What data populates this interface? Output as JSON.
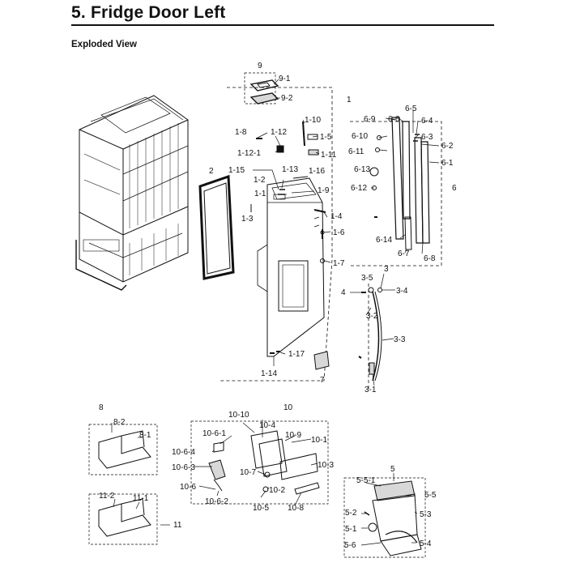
{
  "header": {
    "title": "5.  Fridge Door Left",
    "subtitle": "Exploded View"
  },
  "callouts": {
    "c9": "9",
    "c9_1": "9-1",
    "c9_2": "9-2",
    "c1": "1",
    "c1_8": "1-8",
    "c1_10": "1-10",
    "c1_12": "1-12",
    "c1_5": "1-5",
    "c1_12_1": "1-12-1",
    "c1_11": "1-11",
    "c1_15": "1-15",
    "c1_13": "1-13",
    "c1_16": "1-16",
    "c1_2": "1-2",
    "c1_1": "1-1",
    "c1_9": "1-9",
    "c1_3": "1-3",
    "c1_4": "1-4",
    "c1_6": "1-6",
    "c1_7": "1-7",
    "c1_17": "1-17",
    "c1_14": "1-14",
    "c2": "2",
    "c7": "7",
    "c6_9": "6-9",
    "c6_6": "6-6",
    "c6_5": "6-5",
    "c6_4": "6-4",
    "c6_10": "6-10",
    "c6_3": "6-3",
    "c6_11": "6-11",
    "c6_2": "6-2",
    "c6_1": "6-1",
    "c6_13": "6-13",
    "c6_12": "6-12",
    "c6": "6",
    "c6_14": "6-14",
    "c6_7": "6-7",
    "c6_8": "6-8",
    "c3": "3",
    "c3_5": "3-5",
    "c3_4": "3-4",
    "c4": "4",
    "c3_2": "3-2",
    "c3_3": "3-3",
    "c3_1": "3-1",
    "c8": "8",
    "c8_2": "8-2",
    "c8_1": "8-1",
    "c10": "10",
    "c10_10": "10-10",
    "c10_4": "10-4",
    "c10_6_1": "10-6-1",
    "c10_9": "10-9",
    "c10_1": "10-1",
    "c10_6_4": "10-6-4",
    "c10_3": "10-3",
    "c10_6_3": "10-6-3",
    "c10_7": "10-7",
    "c10_6": "10-6",
    "c10_2": "10-2",
    "c10_6_2": "10-6-2",
    "c10_5": "10-5",
    "c10_8": "10-8",
    "c11": "11",
    "c11_2": "11-2",
    "c11_1": "11-1",
    "c5": "5",
    "c5_5_1": "5-5-1",
    "c5_5": "5-5",
    "c5_2": "5-2",
    "c5_3": "5-3",
    "c5_1": "5-1",
    "c5_6": "5-6",
    "c5_4": "5-4"
  },
  "colors": {
    "ink": "#111111",
    "paper": "#ffffff",
    "shade": "#d8d8d8"
  }
}
